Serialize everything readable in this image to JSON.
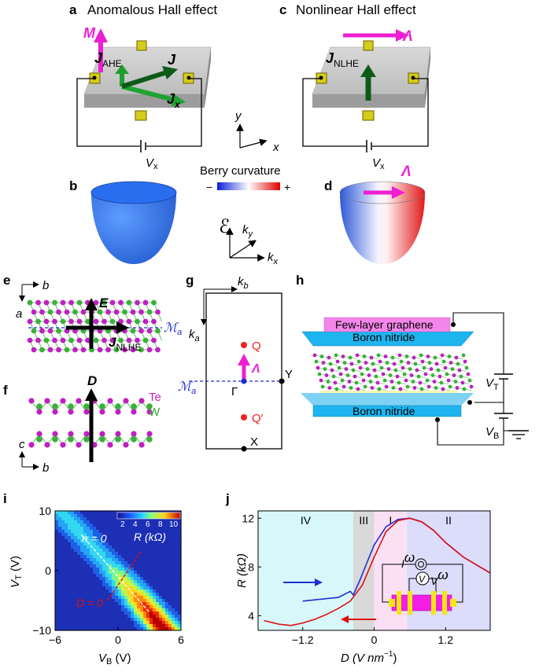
{
  "panels": {
    "a": {
      "letter": "a",
      "title": "Anomalous Hall effect",
      "m": "M",
      "j": "J",
      "jx": "J",
      "jx_sub": "x",
      "jahe": "J",
      "jahe_sub": "AHE",
      "vx": "V",
      "vx_sub": "x"
    },
    "c": {
      "letter": "c",
      "title": "Nonlinear Hall effect",
      "lambda": "Λ",
      "jnlhe": "J",
      "jnlhe_sub": "NLHE",
      "vx": "V",
      "vx_sub": "x"
    },
    "axes_xy": {
      "y": "y",
      "x": "x"
    },
    "berry": {
      "title": "Berry curvature",
      "minus": "−",
      "plus": "+"
    },
    "b": {
      "letter": "b"
    },
    "d": {
      "letter": "d",
      "lambda": "Λ"
    },
    "kspace": {
      "e": "ℰ",
      "ky": "k",
      "ky_sub": "y",
      "kx": "k",
      "kx_sub": "x"
    },
    "e": {
      "letter": "e",
      "b": "b",
      "a": "a",
      "E": "E",
      "jnlhe": "J",
      "jnlhe_sub": "NLHE",
      "mirror": "ℳ",
      "mirror_sub": "a"
    },
    "f": {
      "letter": "f",
      "D": "D",
      "te": "Te",
      "w": "W",
      "c": "c",
      "b": "b"
    },
    "g": {
      "letter": "g",
      "kb": "k",
      "kb_sub": "b",
      "ka": "k",
      "ka_sub": "a",
      "Q": "Q",
      "Qp": "Q′",
      "gamma": "Γ",
      "Y": "Y",
      "X": "X",
      "lambda": "Λ",
      "mirror": "ℳ",
      "mirror_sub": "a"
    },
    "h": {
      "letter": "h",
      "graphene": "Few-layer graphene",
      "bn_top": "Boron nitride",
      "bn_bottom": "Boron nitride",
      "vt": "V",
      "vt_sub": "T",
      "vb": "V",
      "vb_sub": "B"
    },
    "i": {
      "letter": "i",
      "ylabel": "V",
      "ylabel_sub": "T",
      "ylabel_unit": " (V)",
      "xlabel": "V",
      "xlabel_sub": "B",
      "xlabel_unit": " (V)",
      "n0": "n = 0",
      "d0": "D = 0",
      "cbar_label": "R (kΩ)",
      "cbar_ticks": [
        "2",
        "4",
        "6",
        "8",
        "10"
      ],
      "yticks": [
        "10",
        "0",
        "−10"
      ],
      "xticks": [
        "−6",
        "0",
        "6"
      ]
    },
    "j": {
      "letter": "j",
      "ylabel": "R (kΩ)",
      "xlabel": "D (V nm",
      "xlabel_sup": "−1",
      "xlabel_end": ")",
      "regions": [
        "IV",
        "III",
        "I",
        "II"
      ],
      "yticks": [
        "12",
        "8",
        "4"
      ],
      "xticks": [
        "−1.2",
        "0",
        "1.2"
      ],
      "iw": "I",
      "w": "ω",
      "vw": "V"
    }
  },
  "chart_data": [
    {
      "type": "heatmap",
      "panel": "i",
      "xlabel": "V_B (V)",
      "ylabel": "V_T (V)",
      "xlim": [
        -6,
        6
      ],
      "ylim": [
        -10,
        10
      ],
      "colorbar": {
        "label": "R (kΩ)",
        "range": [
          1,
          11
        ],
        "ticks": [
          2,
          4,
          6,
          8,
          10
        ]
      },
      "annotations": [
        {
          "label": "n = 0",
          "line": [
            [
              -3.5,
              6
            ],
            [
              3,
              -7
            ]
          ]
        },
        {
          "label": "D = 0",
          "line": [
            [
              -1,
              -5
            ],
            [
              2.2,
              3.2
            ]
          ]
        }
      ]
    },
    {
      "type": "line",
      "panel": "j",
      "xlabel": "D (V nm−1)",
      "ylabel": "R (kΩ)",
      "xlim": [
        -1.95,
        1.95
      ],
      "ylim": [
        2.8,
        12.6
      ],
      "regions": [
        {
          "label": "IV",
          "range": [
            -1.95,
            -0.35
          ]
        },
        {
          "label": "III",
          "range": [
            -0.35,
            0
          ]
        },
        {
          "label": "I",
          "range": [
            0,
            0.55
          ]
        },
        {
          "label": "II",
          "range": [
            0.55,
            1.95
          ]
        }
      ],
      "series": [
        {
          "color": "#1f2fd6",
          "x": [
            -1.2,
            -0.9,
            -0.6,
            -0.4,
            -0.35,
            -0.25,
            -0.1,
            0.0,
            0.2,
            0.4,
            0.6,
            0.8,
            1.0,
            1.2,
            1.5,
            1.95
          ],
          "y": [
            5.2,
            5.35,
            5.5,
            6.0,
            5.7,
            6.8,
            8.6,
            9.8,
            11.3,
            11.9,
            12.0,
            11.7,
            11.0,
            10.0,
            8.8,
            7.5
          ]
        },
        {
          "color": "#dd1111",
          "x": [
            -1.85,
            -1.6,
            -1.4,
            -1.2,
            -1.0,
            -0.8,
            -0.6,
            -0.4,
            -0.2,
            0.0,
            0.2,
            0.4,
            0.6,
            0.8,
            1.0,
            1.2,
            1.5,
            1.95
          ],
          "y": [
            3.6,
            3.3,
            3.2,
            3.4,
            3.7,
            4.1,
            4.6,
            5.2,
            6.5,
            8.8,
            10.9,
            11.8,
            12.0,
            11.7,
            11.0,
            10.0,
            8.8,
            7.5
          ]
        }
      ]
    }
  ]
}
